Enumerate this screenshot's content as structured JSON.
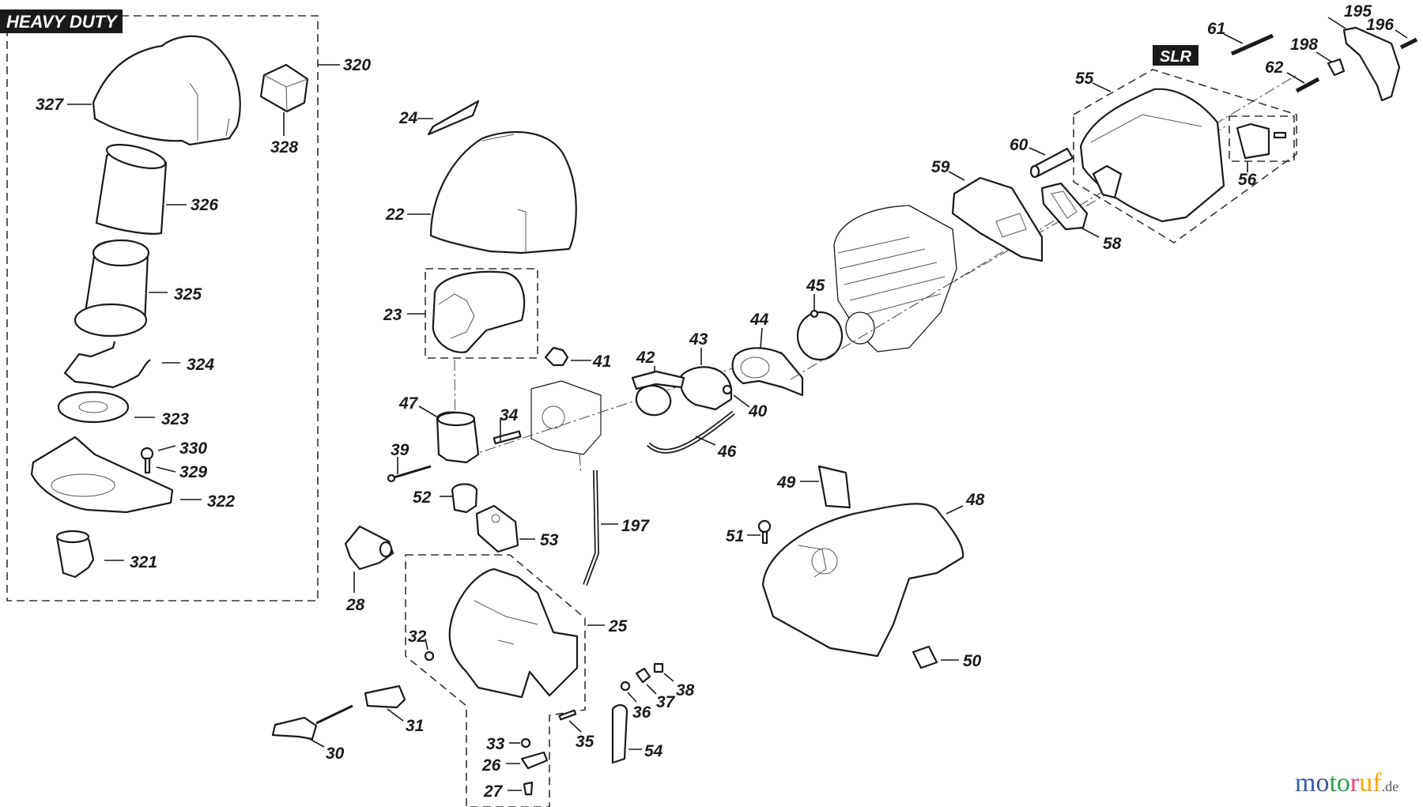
{
  "diagram": {
    "tags": {
      "heavy_duty": "HEAVY DUTY",
      "slr": "SLR"
    },
    "callouts": {
      "p320": "320",
      "p327": "327",
      "p328": "328",
      "p326": "326",
      "p325": "325",
      "p324": "324",
      "p323": "323",
      "p330": "330",
      "p329": "329",
      "p322": "322",
      "p321": "321",
      "p24": "24",
      "p22": "22",
      "p23": "23",
      "p41": "41",
      "p47": "47",
      "p34": "34",
      "p39": "39",
      "p52": "52",
      "p53": "53",
      "p197": "197",
      "p28": "28",
      "p25": "25",
      "p32": "32",
      "p31": "31",
      "p30": "30",
      "p33": "33",
      "p26": "26",
      "p27": "27",
      "p35": "35",
      "p54": "54",
      "p36": "36",
      "p37": "37",
      "p38": "38",
      "p42": "42",
      "p43": "43",
      "p40": "40",
      "p46": "46",
      "p44": "44",
      "p45": "45",
      "p49": "49",
      "p48": "48",
      "p51": "51",
      "p50": "50",
      "p59": "59",
      "p60": "60",
      "p58": "58",
      "p55": "55",
      "p56": "56",
      "p61": "61",
      "p62": "62",
      "p198": "198",
      "p195": "195",
      "p196": "196"
    }
  },
  "watermark": {
    "letters": [
      "m",
      "o",
      "t",
      "o",
      "r",
      "u",
      "f"
    ],
    "suffix": ".de",
    "colors": [
      "#3b5ba5",
      "#3b5ba5",
      "#2e9e4a",
      "#2e9e4a",
      "#e0457b",
      "#f2a900",
      "#f2a900"
    ]
  }
}
